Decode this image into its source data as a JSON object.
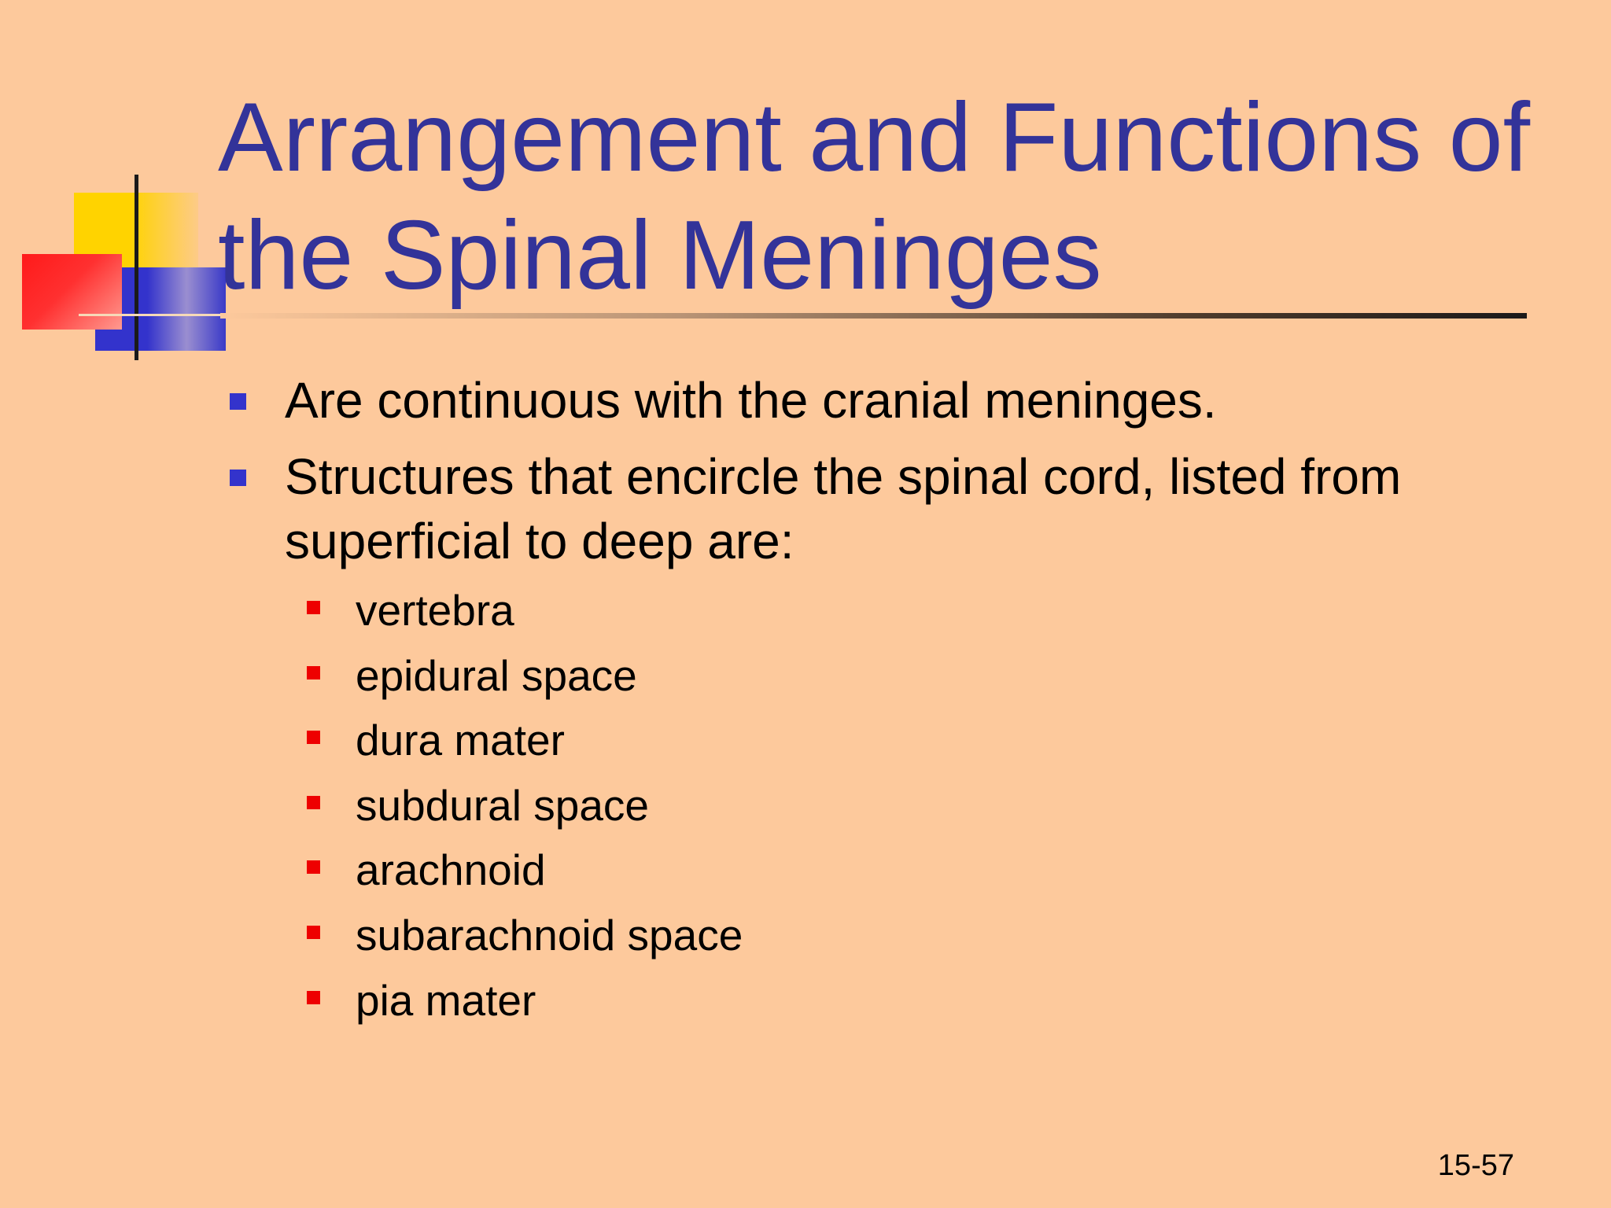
{
  "slide": {
    "title": "Arrangement and Functions of the Spinal Meninges",
    "bullets": [
      "Are continuous with the cranial meninges.",
      "Structures that encircle the spinal cord, listed from superficial to deep are:"
    ],
    "sub_bullets": [
      "vertebra",
      "epidural space",
      "dura mater",
      "subdural space",
      "arachnoid",
      "subarachnoid space",
      "pia mater"
    ],
    "slide_number": "15-57"
  },
  "colors": {
    "background": "#FDC99C",
    "title": "#333399",
    "level1_bullet": "#3333CC",
    "level2_bullet": "#EE0000",
    "text": "#000000"
  }
}
